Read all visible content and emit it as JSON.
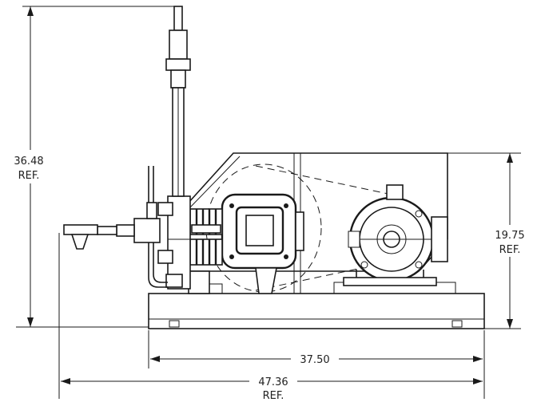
{
  "dimensions": {
    "height_total": {
      "value": "36.48",
      "note": "REF."
    },
    "height_guard": {
      "value": "19.75",
      "note": "REF."
    },
    "base_length": {
      "value": "37.50"
    },
    "overall_length": {
      "value": "47.36",
      "note": "REF."
    }
  }
}
